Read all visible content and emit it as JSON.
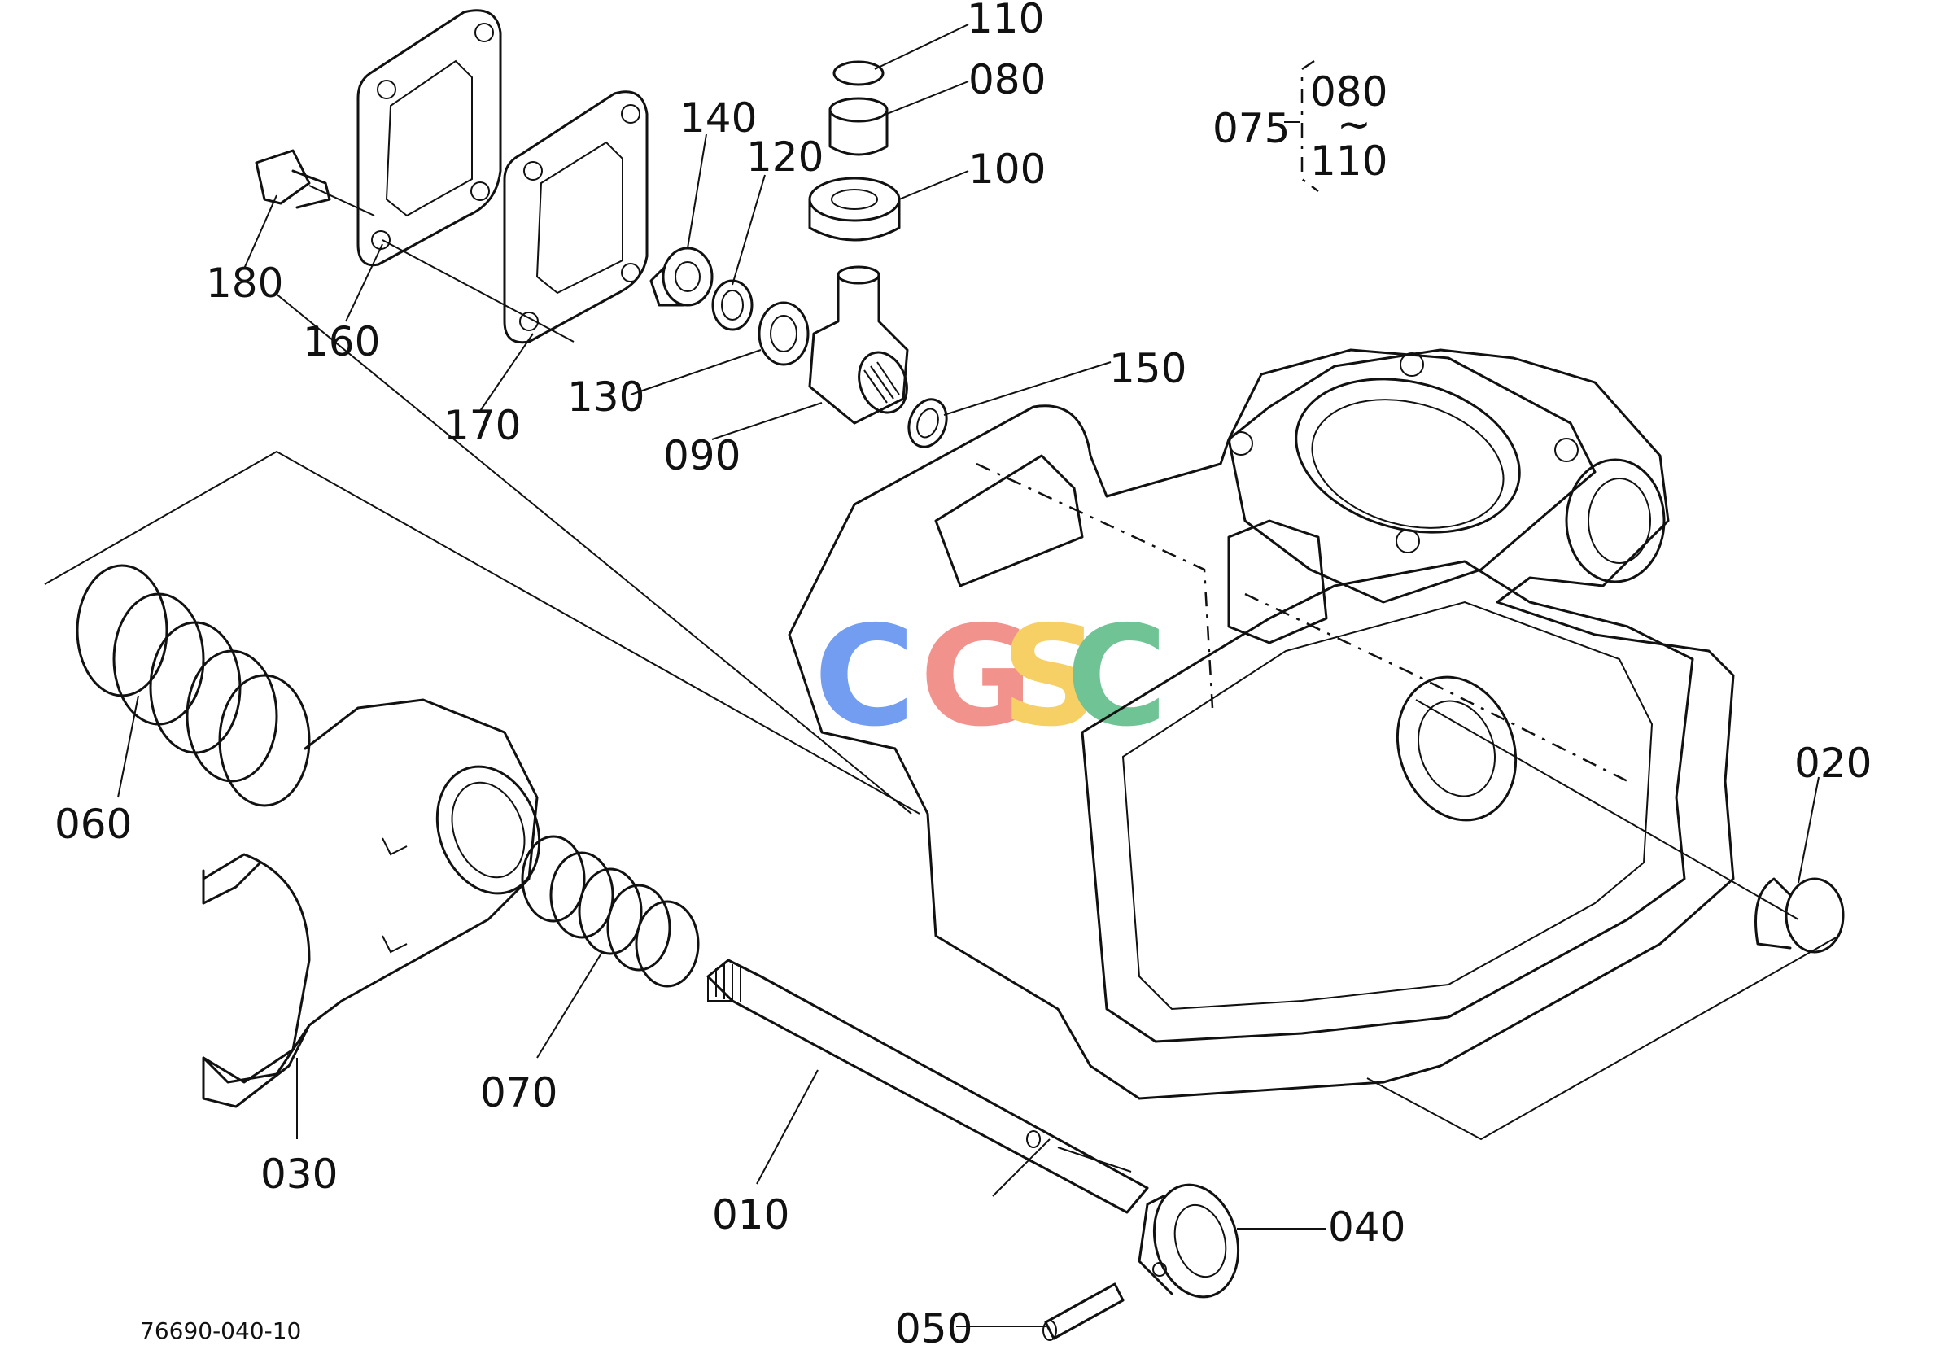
{
  "parts": {
    "p110": "110",
    "p080": "080",
    "p100": "100",
    "p140": "140",
    "p120": "120",
    "p180": "180",
    "p160": "160",
    "p170": "170",
    "p130": "130",
    "p090": "090",
    "p150": "150",
    "p060": "060",
    "p020": "020",
    "p070": "070",
    "p030": "030",
    "p010": "010",
    "p040": "040",
    "p050": "050"
  },
  "assembly_note": {
    "parent": "075",
    "first": "080",
    "tilde": "~",
    "last": "110"
  },
  "diagram_ref": "76690-040-10",
  "watermark": {
    "letters": [
      "C",
      "G",
      "S",
      "C"
    ],
    "colors": [
      "#5b8def",
      "#ef7f7a",
      "#f5c84a",
      "#56b982"
    ]
  }
}
